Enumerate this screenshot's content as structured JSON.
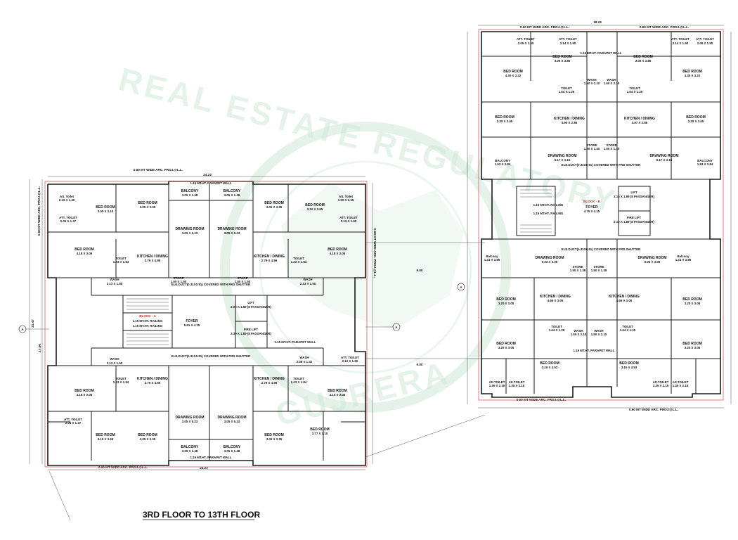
{
  "title": "3RD FLOOR TO 13TH FLOOR",
  "watermark": {
    "top": "REAL ESTATE REGULATORY",
    "bottom": "GUJRERA",
    "color": "#cfe8d8"
  },
  "block_a": {
    "name": "BLOCK - A",
    "width_top": "24.23",
    "width_bottom": "24.23",
    "height_left": "21.47",
    "height_left2": "17.50",
    "proj_top": "0.60 MT WIDE ARC. PROJ.@L.L.",
    "proj_bottom": "0.60 MT WIDE ARC. PROJ.@L.L.",
    "proj_left": "0.60 MT WIDE ARC. PROJ.@L.L.",
    "proj_right": "0.60 MT WIDE ARC. PROJ.@L.L.",
    "rooms": [
      {
        "name": "BALCONY",
        "size": "3.05 X 1.48"
      },
      {
        "name": "BALCONY",
        "size": "3.05 X 1.48"
      },
      {
        "name": "DRAWING ROOM",
        "size": "3.05 X 5.23"
      },
      {
        "name": "DRAWING ROOM",
        "size": "3.05 X 5.23"
      },
      {
        "name": "BED ROOM",
        "size": "3.05 X 3.10"
      },
      {
        "name": "BED ROOM",
        "size": "3.05 X 3.35"
      },
      {
        "name": "BED ROOM",
        "size": "3.05 X 3.35"
      },
      {
        "name": "BED ROOM",
        "size": "3.10 X 3.65"
      },
      {
        "name": "Att. Toilet",
        "size": "2.13 X 1.40"
      },
      {
        "name": "Att. Toilet",
        "size": "1.30 X 2.16"
      },
      {
        "name": "ATT. TOILET",
        "size": "2.05 X 1.37"
      },
      {
        "name": "ATT. TOILET",
        "size": "2.13 X 1.50"
      },
      {
        "name": "KITCHEN / DINING",
        "size": "2.79 X 4.96"
      },
      {
        "name": "KITCHEN / DINING",
        "size": "2.79 X 4.96"
      },
      {
        "name": "BED ROOM",
        "size": "4.18 X 3.05"
      },
      {
        "name": "BED ROOM",
        "size": "4.18 X 3.05"
      },
      {
        "name": "TOILET",
        "size": "1.23 X 1.84"
      },
      {
        "name": "TOILET",
        "size": "1.23 X 1.84"
      },
      {
        "name": "WASH",
        "size": "2.13 X 1.50"
      },
      {
        "name": "WASH",
        "size": "2.13 X 1.50"
      },
      {
        "name": "STORE",
        "size": "1.50 X 1.50"
      },
      {
        "name": "STORE",
        "size": "1.50 X 1.50"
      },
      {
        "name": "FOYER",
        "size": "5.51 X 4.15"
      },
      {
        "name": "LIFT",
        "size": "2.00 X 1.89 (8 PASSANGER)"
      },
      {
        "name": "FIRE LIFT",
        "size": "2.30 X 1.89 (8 PASSANGER)"
      },
      {
        "name": "KITCHEN / DINING",
        "size": "2.79 X 4.96"
      },
      {
        "name": "KITCHEN / DINING",
        "size": "2.79 X 4.96"
      },
      {
        "name": "TOILET",
        "size": "1.23 X 1.84"
      },
      {
        "name": "TOILET",
        "size": "1.23 X 1.84"
      },
      {
        "name": "WASH",
        "size": "2.13 X 1.50"
      },
      {
        "name": "WASH",
        "size": "2.08 X 1.42"
      },
      {
        "name": "BED ROOM",
        "size": "4.18 X 3.05"
      },
      {
        "name": "BED ROOM",
        "size": "4.15 X 3.05"
      },
      {
        "name": "ATT. TOILET",
        "size": "2.05 X 1.37"
      },
      {
        "name": "ATT. TOILET",
        "size": "2.12 X 1.50"
      },
      {
        "name": "BED ROOM",
        "size": "3.10 X 3.65"
      },
      {
        "name": "BED ROOM",
        "size": "3.05 X 3.35"
      },
      {
        "name": "BED ROOM",
        "size": "3.05 X 3.35"
      },
      {
        "name": "BED ROOM",
        "size": "3.77 X 3.10"
      },
      {
        "name": "DRAWING ROOM",
        "size": "3.05 X 5.23"
      },
      {
        "name": "DRAWING ROOM",
        "size": "3.05 X 5.23"
      },
      {
        "name": "BALCONY",
        "size": "3.05 X 1.48"
      },
      {
        "name": "BALCONY",
        "size": "3.05 X 1.48"
      }
    ],
    "railing": "1.15 MT.HT. RAILING",
    "parapet": "1.15 MT.HT. PARAPET WALL",
    "duct": "ELE.DUCT(0.31X0.91) COVERED WITH FRD SHUTTER"
  },
  "block_b": {
    "name": "BLOCK - B",
    "width_top": "18.29",
    "proj_top": "0.60 MT WIDE ARC. PROJ.@L.L.",
    "proj_bottom": "0.60 MT WIDE ARC. PROJ.@L.L.",
    "rooms": [
      {
        "name": "ATT. TOILET",
        "size": "2.05 X 1.50"
      },
      {
        "name": "ATT. TOILET",
        "size": "2.14 X 1.50"
      },
      {
        "name": "ATT. TOILET",
        "size": "2.14 X 1.50"
      },
      {
        "name": "ATT. TOILET",
        "size": "2.05 X 1.50"
      },
      {
        "name": "BED ROOM",
        "size": "3.05 X 3.85"
      },
      {
        "name": "BED ROOM",
        "size": "3.05 X 3.85"
      },
      {
        "name": "BED ROOM",
        "size": "4.30 X 3.22"
      },
      {
        "name": "BED ROOM",
        "size": "4.30 X 3.22"
      },
      {
        "name": "WASH",
        "size": "1.50 X 2.10"
      },
      {
        "name": "WASH",
        "size": "1.50 X 2.10"
      },
      {
        "name": "TOILET",
        "size": "1.64 X 1.26"
      },
      {
        "name": "TOILET",
        "size": "1.64 X 1.26"
      },
      {
        "name": "KITCHEN / DINING",
        "size": "4.90 X 2.86"
      },
      {
        "name": "KITCHEN / DINING",
        "size": "4.97 X 2.86"
      },
      {
        "name": "BED ROOM",
        "size": "3.35 X 3.05"
      },
      {
        "name": "BED ROOM",
        "size": "3.35 X 3.05"
      },
      {
        "name": "STORE",
        "size": "1.50 X 1.40"
      },
      {
        "name": "STORE",
        "size": "1.50 X 1.40"
      },
      {
        "name": "DRAWING ROOM",
        "size": "5.17 X 3.15"
      },
      {
        "name": "DRAWING ROOM",
        "size": "5.17 X 3.15"
      },
      {
        "name": "BALCONY",
        "size": "1.53 X 3.84"
      },
      {
        "name": "BALCONY",
        "size": "1.53 X 3.84"
      },
      {
        "name": "FOYER",
        "size": "4.75 X 4.15"
      },
      {
        "name": "LIFT",
        "size": "2.15 X 1.89 (8 PASSANGER)"
      },
      {
        "name": "FIRE LIFT",
        "size": "2.15 X 1.89 (8 PASSANGER)"
      },
      {
        "name": "Balcony",
        "size": "1.23 X 3.85"
      },
      {
        "name": "Balcony",
        "size": "1.23 X 3.85"
      },
      {
        "name": "DRAWING ROOM",
        "size": "5.03 X 3.05"
      },
      {
        "name": "DRAWING ROOM",
        "size": "5.03 X 3.05"
      },
      {
        "name": "STORE",
        "size": "1.50 X 1.38"
      },
      {
        "name": "STORE",
        "size": "1.50 X 1.38"
      },
      {
        "name": "KITCHEN / DINING",
        "size": "4.66 X 3.05"
      },
      {
        "name": "KITCHEN / DINING",
        "size": "4.66 X 3.05"
      },
      {
        "name": "BED ROOM",
        "size": "3.20 X 3.05"
      },
      {
        "name": "BED ROOM",
        "size": "3.20 X 3.05"
      },
      {
        "name": "TOILET",
        "size": "1.64 X 1.25"
      },
      {
        "name": "TOILET",
        "size": "1.64 X 1.25"
      },
      {
        "name": "WASH",
        "size": "1.50 X 2.10"
      },
      {
        "name": "WASH",
        "size": "1.50 X 2.10"
      },
      {
        "name": "BED ROOM",
        "size": "3.20 X 3.05"
      },
      {
        "name": "BED ROOM",
        "size": "3.20 X 3.05"
      },
      {
        "name": "BED ROOM",
        "size": "3.16 X 4.53"
      },
      {
        "name": "BED ROOM",
        "size": "3.16 X 4.53"
      },
      {
        "name": "Att.TOILET",
        "size": "1.35 X 2.15"
      },
      {
        "name": "Att.TOILET",
        "size": "1.35 X 2.15"
      },
      {
        "name": "Att.TOILET",
        "size": "1.35 X 2.15"
      },
      {
        "name": "Att.TOILET",
        "size": "1.35 X 2.15"
      }
    ],
    "railing": "1.15 MT.HT. RAILING",
    "parapet": "1.15 MT.HT. PARAPET WALL",
    "duct": "ELE.DUCT(0.31X0.91) COVERED WITH FRD SHUTTER"
  },
  "gap_labels": [
    "9.00",
    "9.00"
  ],
  "axis_marker": "A"
}
